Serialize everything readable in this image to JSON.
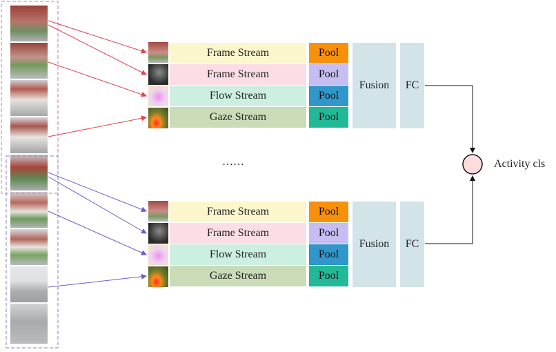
{
  "groups": [
    {
      "streams": [
        "Frame Stream",
        "Frame Stream",
        "Flow Stream",
        "Gaze Stream"
      ],
      "pools": [
        "Pool",
        "Pool",
        "Pool",
        "Pool"
      ],
      "fusion": "Fusion",
      "fc": "FC",
      "arrow_color": "#e0444c",
      "box_color": "#d8709c"
    },
    {
      "streams": [
        "Frame Stream",
        "Frame Stream",
        "Flow Stream",
        "Gaze Stream"
      ],
      "pools": [
        "Pool",
        "Pool",
        "Pool",
        "Pool"
      ],
      "fusion": "Fusion",
      "fc": "FC",
      "arrow_color": "#6c5cc8",
      "box_color": "#8a7ad6"
    }
  ],
  "ellipsis": "……",
  "output": {
    "label": "Activity cls",
    "node_color": "#fcdcdc"
  },
  "colors": {
    "frame_stream_a": "#fbf6cc",
    "frame_stream_b": "#fcdde6",
    "flow_stream": "#cdefe2",
    "gaze_stream": "#c9dcb7",
    "pool_1": "#f7900a",
    "pool_2": "#c6bef2",
    "pool_3": "#3196c9",
    "pool_4": "#22b996",
    "fusion_fc": "#d3e4e9"
  }
}
